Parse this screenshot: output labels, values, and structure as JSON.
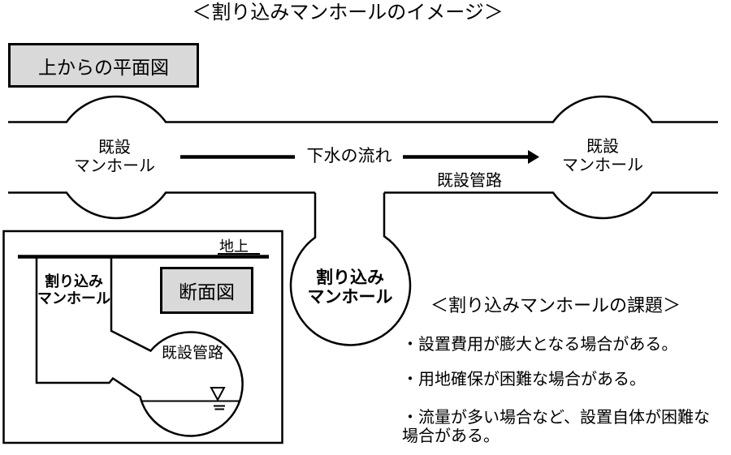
{
  "title": "＜割り込みマンホールのイメージ＞",
  "plan_view": {
    "label_box": "上からの平面図",
    "left_manhole_label": "既設\nマンホール",
    "right_manhole_label": "既設\nマンホール",
    "flow_label": "下水の流れ",
    "pipe_label": "既設管路",
    "new_manhole_label": "割り込み\nマンホール"
  },
  "cross_section": {
    "label_box": "断面図",
    "ground_label": "地上",
    "manhole_label": "割り込み\nマンホール",
    "pipe_label": "既設管路"
  },
  "challenges": {
    "heading": "＜割り込みマンホールの課題＞",
    "items": [
      "・設置費用が膨大となる場合がある。",
      "・用地確保が困難な場合がある。",
      "・流量が多い場合など、設置自体が困難な場合がある。"
    ]
  },
  "colors": {
    "line": "#000000",
    "box_fill": "#d9d9d9",
    "background": "#ffffff"
  }
}
